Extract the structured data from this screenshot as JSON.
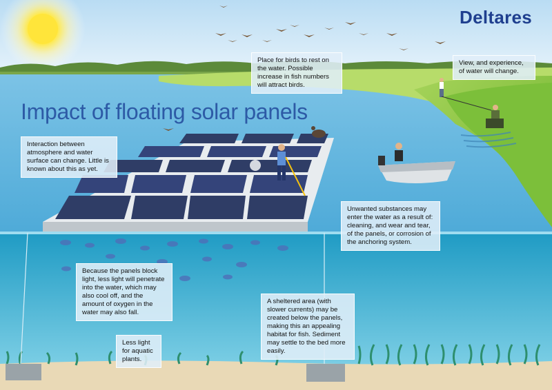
{
  "brand": {
    "name": "Deltares"
  },
  "title": "Impact of floating solar panels",
  "notes": {
    "birds": "Place for birds to rest on the water. Possible increase in fish numbers will attract birds.",
    "view": "View, and experience, of water will change.",
    "atmosphere": "Interaction between atmosphere and water surface can change.  Little is known about this as yet.",
    "unwanted": "Unwanted substances may enter the water as a result of: cleaning, and wear and tear, of the panels, or corrosion of the anchoring system.",
    "light": "Because the panels block light, less light will penetrate into the water, which may also cool off, and the amount of oxygen in the water may also fall.",
    "sheltered": "A sheltered area (with slower currents) may be created below the panels, making this an appealing habitat for fish. Sediment may settle to the bed more easily.",
    "plants": "Less light for aquatic plants."
  },
  "colors": {
    "sky": "#cfe6f6",
    "water_surface": "#5fb4df",
    "water_deep": "#2aa0c6",
    "grass": "#8cc63f",
    "panel": "#2f3d66",
    "brand_blue": "#1f3f8f",
    "title_blue": "#2d5aa6"
  }
}
